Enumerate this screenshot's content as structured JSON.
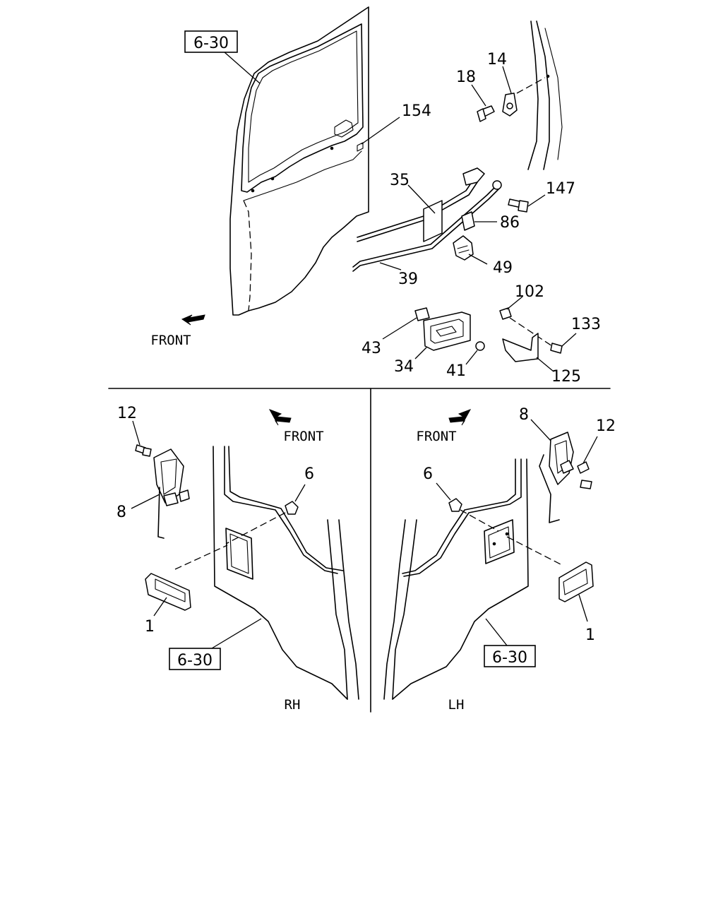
{
  "ref_label": "6-30",
  "front_label": "FRONT",
  "side_labels": {
    "rh": "RH",
    "lh": "LH"
  },
  "callouts": {
    "c14": "14",
    "c18": "18",
    "c154": "154",
    "c35": "35",
    "c147": "147",
    "c86": "86",
    "c49": "49",
    "c39": "39",
    "c102": "102",
    "c133": "133",
    "c43": "43",
    "c34": "34",
    "c41": "41",
    "c125": "125",
    "c12": "12",
    "c8": "8",
    "c6": "6",
    "c1": "1"
  }
}
